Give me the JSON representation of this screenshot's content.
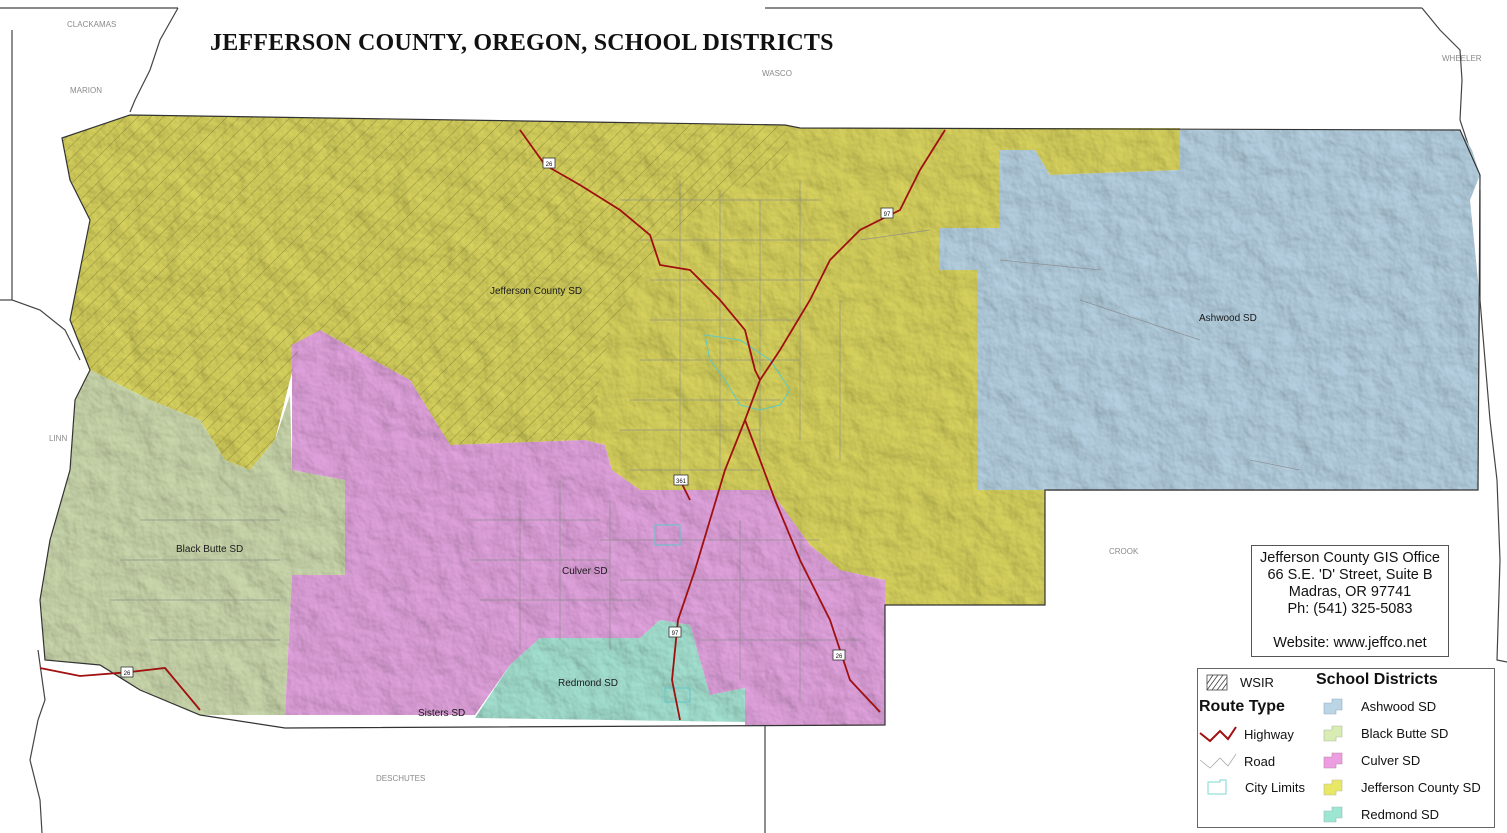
{
  "title": "JEFFERSON COUNTY, OREGON, SCHOOL DISTRICTS",
  "neighbors": [
    "CLACKAMAS",
    "MARION",
    "WASCO",
    "WHEELER",
    "LINN",
    "CROOK",
    "DESCHUTES"
  ],
  "district_labels": {
    "jefferson": "Jefferson County SD",
    "ashwood": "Ashwood SD",
    "black_butte": "Black Butte SD",
    "culver": "Culver SD",
    "redmond": "Redmond SD",
    "sisters": "Sisters SD"
  },
  "route_shields": [
    "26",
    "97",
    "361",
    "97",
    "26",
    "26"
  ],
  "gis_office": {
    "name": "Jefferson County GIS Office",
    "address1": "66 S.E. 'D' Street, Suite B",
    "address2": "Madras, OR 97741",
    "phone": "Ph: (541) 325-5083",
    "website": "Website:  www.jeffco.net"
  },
  "legend": {
    "wsir_label": "WSIR",
    "route_type_title": "Route Type",
    "highway": "Highway",
    "road": "Road",
    "city_limits": "City Limits",
    "school_districts_title": "School Districts",
    "districts": [
      {
        "label": "Ashwood SD",
        "color": "#b9d5e6"
      },
      {
        "label": "Black Butte SD",
        "color": "#d9ecb4"
      },
      {
        "label": "Culver SD",
        "color": "#ec9ee0"
      },
      {
        "label": "Jefferson County SD",
        "color": "#e9e766"
      },
      {
        "label": "Redmond SD",
        "color": "#9de6d2"
      }
    ]
  },
  "colors": {
    "jefferson": "#dcd760",
    "ashwood": "#b9d5e6",
    "black_butte": "#cfdcb0",
    "culver": "#e6a6e2",
    "redmond": "#a8e6d5",
    "highway": "#a01010",
    "road": "#8a8a8a",
    "city": "#8fe0e0",
    "outline": "#333333"
  }
}
